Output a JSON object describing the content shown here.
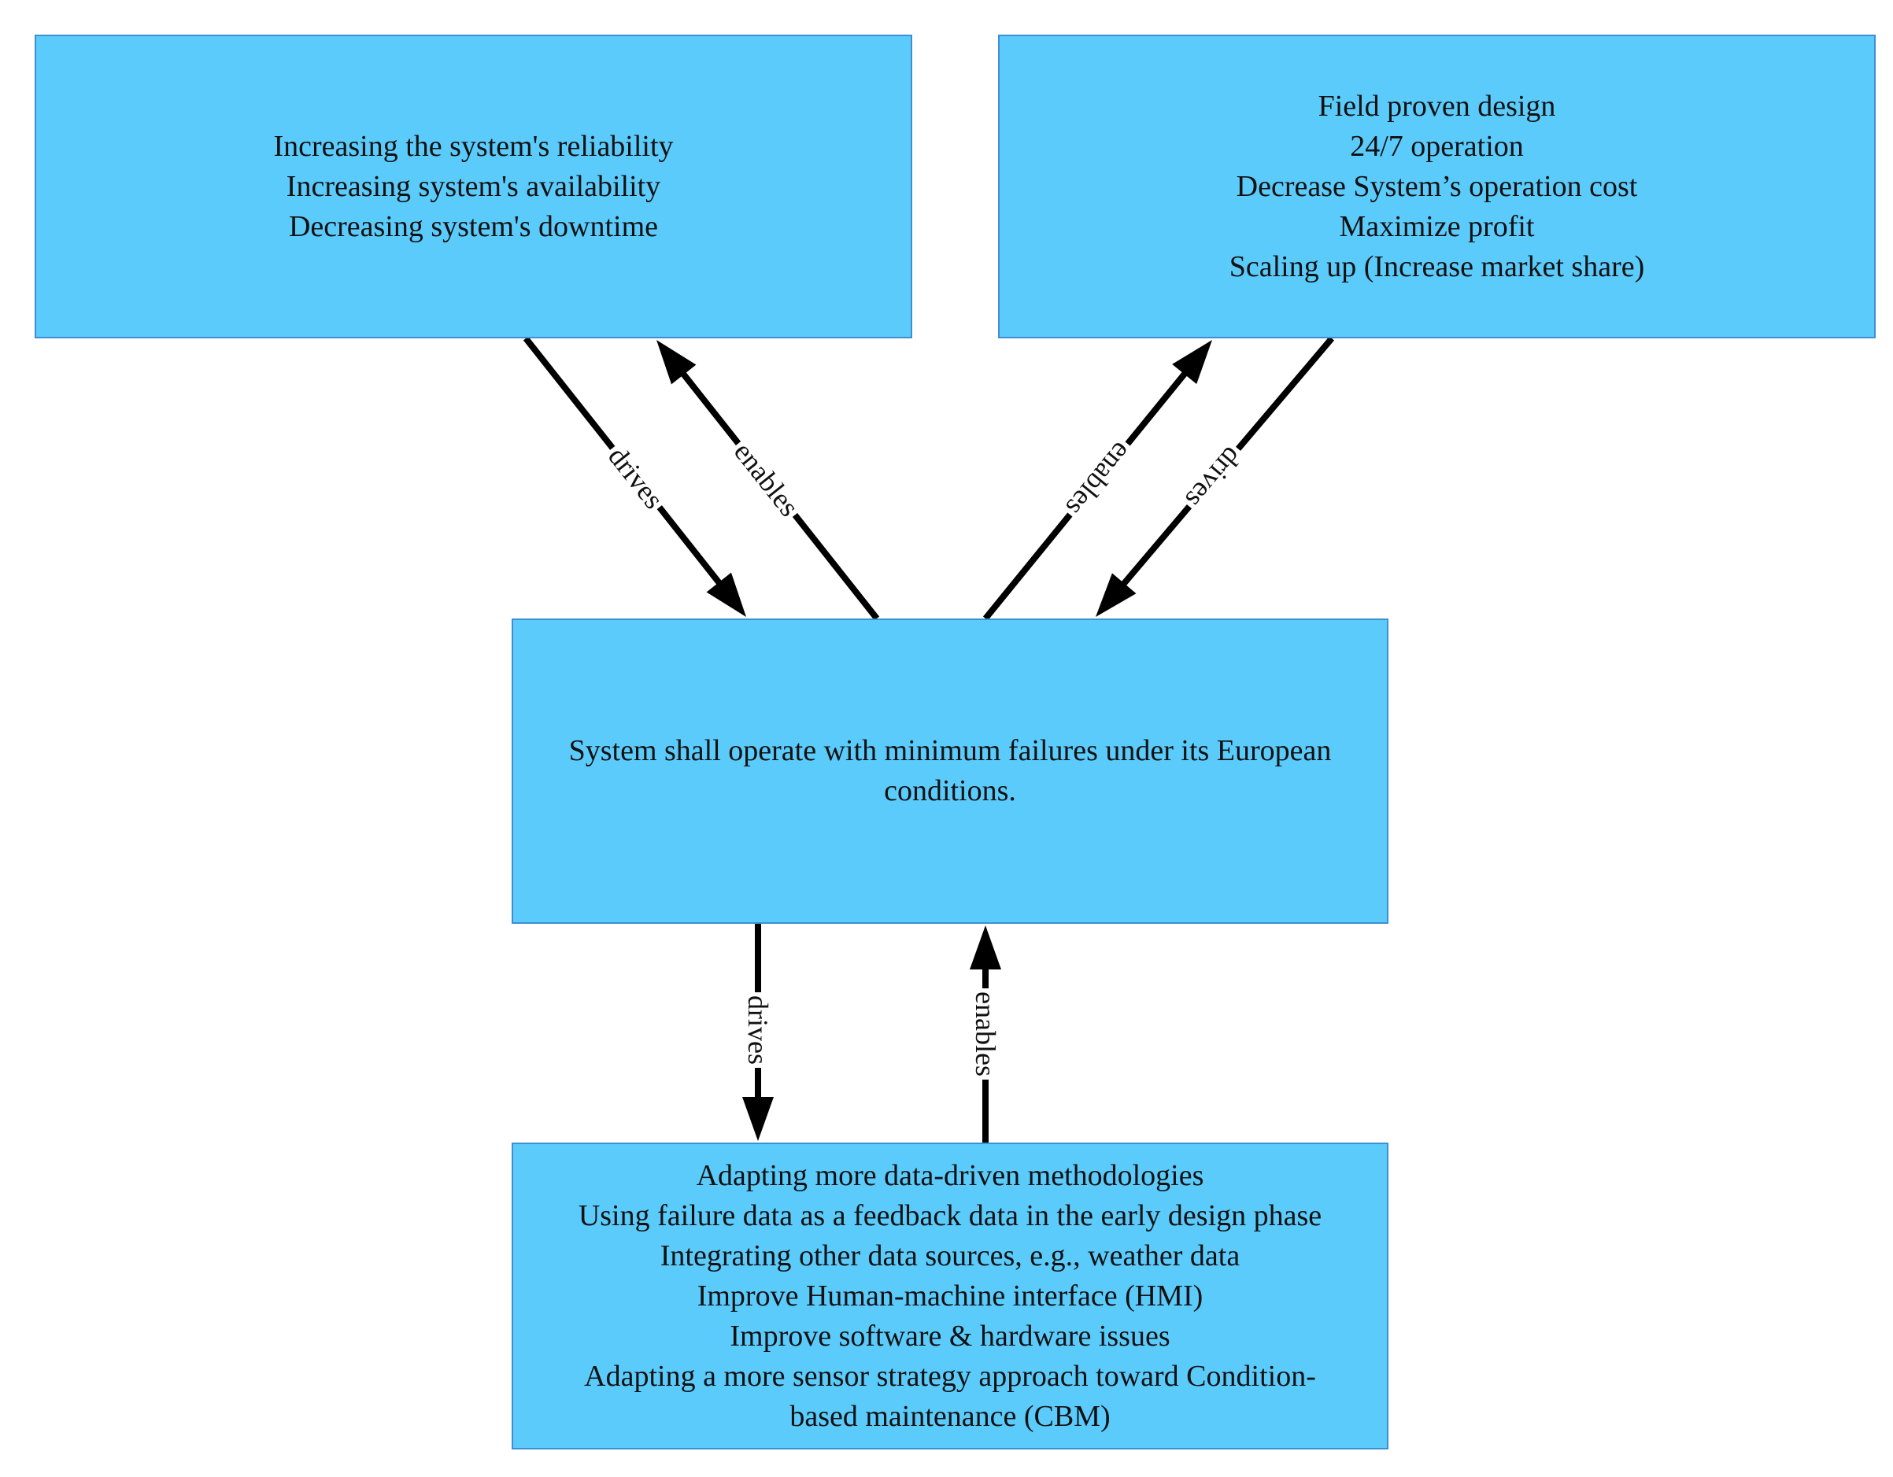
{
  "nodes": {
    "reliability": {
      "lines": [
        "Increasing the system's reliability",
        "Increasing system's availability",
        "Decreasing system's downtime"
      ]
    },
    "business": {
      "lines": [
        "Field proven design",
        "24/7 operation",
        "Decrease System’s operation cost",
        "Maximize profit",
        "Scaling up (Increase market share)"
      ]
    },
    "central": {
      "lines": [
        "System shall operate with minimum failures under its European",
        "conditions."
      ]
    },
    "actions": {
      "lines": [
        "Adapting more data-driven methodologies",
        "Using failure data as a feedback data in the early design phase",
        "Integrating other data sources, e.g., weather data",
        "Improve Human-machine interface (HMI)",
        "Improve software & hardware issues",
        "Adapting a more sensor strategy approach toward Condition-",
        "based maintenance (CBM)"
      ]
    }
  },
  "edges": [
    {
      "id": "reliability-drives-central",
      "from": "reliability",
      "to": "central",
      "label": "drives"
    },
    {
      "id": "central-enables-reliability",
      "from": "central",
      "to": "reliability",
      "label": "enables"
    },
    {
      "id": "central-enables-business",
      "from": "central",
      "to": "business",
      "label": "enables"
    },
    {
      "id": "business-drives-central",
      "from": "business",
      "to": "central",
      "label": "drives"
    },
    {
      "id": "central-drives-actions",
      "from": "central",
      "to": "actions",
      "label": "drives"
    },
    {
      "id": "actions-enables-central",
      "from": "actions",
      "to": "central",
      "label": "enables"
    }
  ],
  "colors": {
    "node_fill": "#5bcbfc",
    "node_border": "#3f8fd0",
    "arrow": "#000000"
  }
}
